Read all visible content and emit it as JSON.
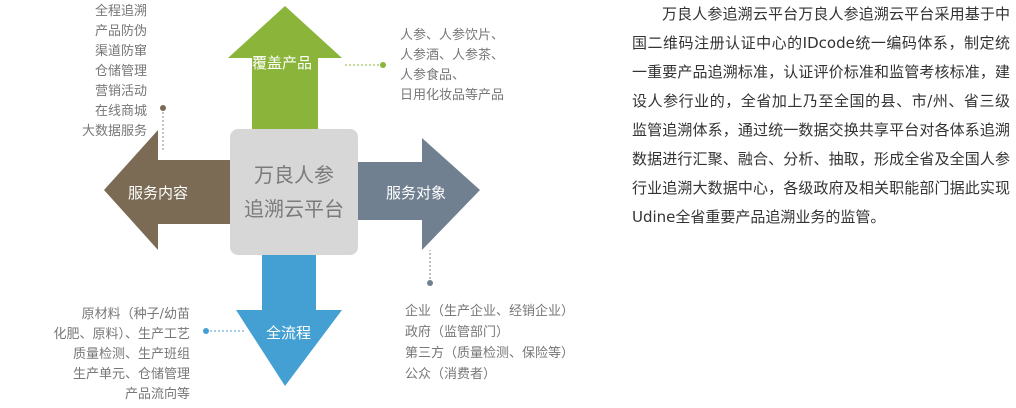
{
  "center": {
    "line1": "万良人参",
    "line2": "追溯云平台"
  },
  "arrows": {
    "up": {
      "label": "覆盖产品",
      "color": "#8ab43a"
    },
    "left": {
      "label": "服务内容",
      "color": "#7b6b55"
    },
    "right": {
      "label": "服务对象",
      "color": "#718090"
    },
    "down": {
      "label": "全流程",
      "color": "#44a0d3"
    }
  },
  "lists": {
    "service_content": [
      "全程追溯",
      "产品防伪",
      "渠道防窜",
      "仓储管理",
      "营销活动",
      "在线商城",
      "大数据服务"
    ],
    "products": [
      "人参、人参饮片、",
      "人参酒、人参茶、",
      "人参食品、",
      "日用化妆品等产品"
    ],
    "process": [
      "原材料（种子/幼苗",
      "化肥、原料）、生产工艺",
      "质量检测、生产班组",
      "生产单元、仓储管理",
      "产品流向等"
    ],
    "targets": [
      "企业（生产企业、经销企业）",
      "政府（监管部门）",
      "第三方（质量检测、保险等）",
      "公众（消费者）"
    ]
  },
  "description": "万良人参追溯云平台万良人参追溯云平台采用基于中国二维码注册认证中心的IDcode统一编码体系，制定统一重要产品追溯标准，认证评价标准和监管考核标准，建设人参行业的，全省加上乃至全国的县、市/州、省三级监管追溯体系，通过统一数据交换共享平台对各体系追溯数据进行汇聚、融合、分析、抽取，形成全省及全国人参行业追溯大数据中心，各级政府及相关职能部门据此实现Udine全省重要产品追溯业务的监管。"
}
